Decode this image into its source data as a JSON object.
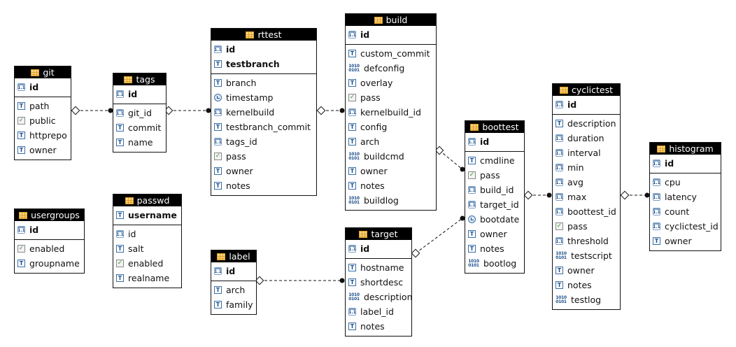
{
  "tables": {
    "git": {
      "name": "git",
      "pk": [
        "id"
      ],
      "cols": [
        {
          "name": "path",
          "type": "text"
        },
        {
          "name": "public",
          "type": "bool"
        },
        {
          "name": "httprepo",
          "type": "text"
        },
        {
          "name": "owner",
          "type": "text"
        }
      ]
    },
    "tags": {
      "name": "tags",
      "pk": [
        "id"
      ],
      "cols": [
        {
          "name": "git_id",
          "type": "num"
        },
        {
          "name": "commit",
          "type": "text"
        },
        {
          "name": "name",
          "type": "text"
        }
      ]
    },
    "rttest": {
      "name": "rttest",
      "pk": [
        "id",
        "testbranch"
      ],
      "pk_types": [
        "num",
        "text"
      ],
      "cols": [
        {
          "name": "branch",
          "type": "text"
        },
        {
          "name": "timestamp",
          "type": "timestamp"
        },
        {
          "name": "kernelbuild",
          "type": "num"
        },
        {
          "name": "testbranch_commit",
          "type": "text"
        },
        {
          "name": "tags_id",
          "type": "num"
        },
        {
          "name": "pass",
          "type": "bool"
        },
        {
          "name": "owner",
          "type": "text"
        },
        {
          "name": "notes",
          "type": "text"
        }
      ]
    },
    "build": {
      "name": "build",
      "pk": [
        "id"
      ],
      "cols": [
        {
          "name": "custom_commit",
          "type": "text"
        },
        {
          "name": "defconfig",
          "type": "bin"
        },
        {
          "name": "overlay",
          "type": "text"
        },
        {
          "name": "pass",
          "type": "bool"
        },
        {
          "name": "kernelbuild_id",
          "type": "num"
        },
        {
          "name": "config",
          "type": "text"
        },
        {
          "name": "arch",
          "type": "text"
        },
        {
          "name": "buildcmd",
          "type": "bin"
        },
        {
          "name": "owner",
          "type": "text"
        },
        {
          "name": "notes",
          "type": "text"
        },
        {
          "name": "buildlog",
          "type": "bin"
        }
      ]
    },
    "boottest": {
      "name": "boottest",
      "pk": [
        "id"
      ],
      "cols": [
        {
          "name": "cmdline",
          "type": "text"
        },
        {
          "name": "pass",
          "type": "bool"
        },
        {
          "name": "build_id",
          "type": "num"
        },
        {
          "name": "target_id",
          "type": "num"
        },
        {
          "name": "bootdate",
          "type": "timestamp"
        },
        {
          "name": "owner",
          "type": "text"
        },
        {
          "name": "notes",
          "type": "text"
        },
        {
          "name": "bootlog",
          "type": "bin"
        }
      ]
    },
    "cyclictest": {
      "name": "cyclictest",
      "pk": [
        "id"
      ],
      "cols": [
        {
          "name": "description",
          "type": "text"
        },
        {
          "name": "duration",
          "type": "num"
        },
        {
          "name": "interval",
          "type": "num"
        },
        {
          "name": "min",
          "type": "num"
        },
        {
          "name": "avg",
          "type": "num"
        },
        {
          "name": "max",
          "type": "num"
        },
        {
          "name": "boottest_id",
          "type": "num"
        },
        {
          "name": "pass",
          "type": "bool"
        },
        {
          "name": "threshold",
          "type": "num"
        },
        {
          "name": "testscript",
          "type": "bin"
        },
        {
          "name": "owner",
          "type": "text"
        },
        {
          "name": "notes",
          "type": "text"
        },
        {
          "name": "testlog",
          "type": "bin"
        }
      ]
    },
    "histogram": {
      "name": "histogram",
      "pk": [
        "id"
      ],
      "cols": [
        {
          "name": "cpu",
          "type": "num"
        },
        {
          "name": "latency",
          "type": "num"
        },
        {
          "name": "count",
          "type": "num"
        },
        {
          "name": "cyclictest_id",
          "type": "num"
        },
        {
          "name": "owner",
          "type": "text"
        }
      ]
    },
    "usergroups": {
      "name": "usergroups",
      "pk": [
        "id"
      ],
      "cols": [
        {
          "name": "enabled",
          "type": "bool"
        },
        {
          "name": "groupname",
          "type": "text"
        }
      ]
    },
    "passwd": {
      "name": "passwd",
      "pk": [
        "username"
      ],
      "pk_types": [
        "text"
      ],
      "cols": [
        {
          "name": "id",
          "type": "num"
        },
        {
          "name": "salt",
          "type": "text"
        },
        {
          "name": "enabled",
          "type": "bool"
        },
        {
          "name": "realname",
          "type": "text"
        }
      ]
    },
    "label": {
      "name": "label",
      "pk": [
        "id"
      ],
      "cols": [
        {
          "name": "arch",
          "type": "text"
        },
        {
          "name": "family",
          "type": "text"
        }
      ]
    },
    "target": {
      "name": "target",
      "pk": [
        "id"
      ],
      "cols": [
        {
          "name": "hostname",
          "type": "text"
        },
        {
          "name": "shortdesc",
          "type": "text"
        },
        {
          "name": "description",
          "type": "bin"
        },
        {
          "name": "label_id",
          "type": "num"
        },
        {
          "name": "notes",
          "type": "text"
        }
      ]
    }
  },
  "relations": [
    {
      "from": "git",
      "to": "tags"
    },
    {
      "from": "tags",
      "to": "rttest"
    },
    {
      "from": "rttest",
      "to": "build"
    },
    {
      "from": "build",
      "to": "boottest"
    },
    {
      "from": "target",
      "to": "boottest"
    },
    {
      "from": "boottest",
      "to": "cyclictest"
    },
    {
      "from": "cyclictest",
      "to": "histogram"
    },
    {
      "from": "label",
      "to": "target"
    }
  ]
}
